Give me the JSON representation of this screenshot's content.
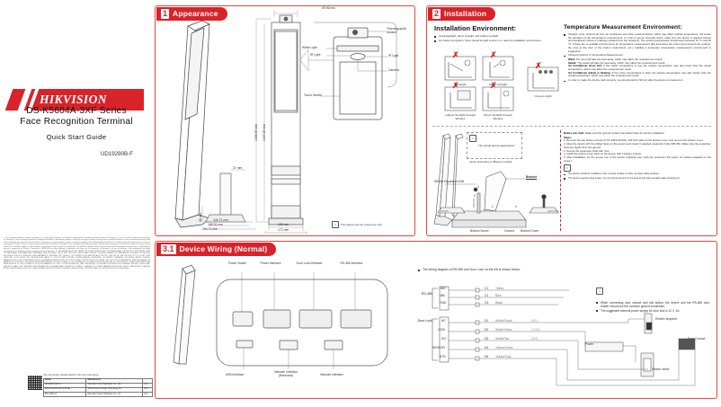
{
  "brand": {
    "wordmark": "HIKVISION",
    "product_line1": "DS-K5604A-3XF  Series",
    "product_line2": "Face Recognition Terminal",
    "guide_label": "Quick  Start  Guide",
    "doc_code": "UD19290B-F",
    "accent_red": "#d8232a",
    "frame_red": "#e8453c"
  },
  "legal": {
    "body": "© 2021 Hangzhou Hikvision Digital Technology Co., Ltd. All rights reserved. This Manual is the property of Hangzhou Hikvision Digital Technology Co., Ltd. or its affiliates (hereinafter referred to as \"Hikvision\"), and it cannot be reproduced, changed, translated, or distributed, partially or wholly, by any means, without the prior written consent of Hikvision. Unless otherwise expressly stated herein, Hikvision does not make any warranties, guarantees or representations, express or implied, regarding to the Manual. About this Manual: The Manual includes instructions for using and managing the Product. Pictures, charts, images and all other information hereinafter are for description and explanation only. The information contained in the Manual is subject to change, without notice, due to firmware updates or other reasons. Please find the latest version of this Manual at the Hikvision website. Please use this Manual with the guidance and assistance of professionals trained in supporting the Product. Trademarks: HIKVISION and other Hikvision's trademarks and logos are the properties of Hikvision in various jurisdictions. Other trademarks and logos mentioned are the properties of their respective owners. Disclaimer: TO THE MAXIMUM EXTENT PERMITTED BY APPLICABLE LAW, THIS MANUAL AND THE PRODUCT DESCRIBED, WITH ITS HARDWARE, SOFTWARE AND FIRMWARE, ARE PROVIDED \"AS IS\" AND \"WITH ALL FAULTS AND ERRORS\". HIKVISION MAKES NO WARRANTIES, EXPRESS OR IMPLIED, INCLUDING WITHOUT LIMITATION, MERCHANTABILITY, SATISFACTORY QUALITY, OR FITNESS FOR A PARTICULAR PURPOSE. THE USE OF THE PRODUCT BY YOU IS AT YOUR OWN RISK. IN NO EVENT WILL HIKVISION BE LIABLE TO YOU FOR ANY SPECIAL, CONSEQUENTIAL, INCIDENTAL, OR INDIRECT DAMAGES, INCLUDING, AMONG OTHERS, DAMAGES FOR LOSS OF BUSINESS PROFITS, BUSINESS INTERRUPTION, OR LOSS OF DATA, CORRUPTION OF SYSTEMS, OR LOSS OF DOCUMENTATION, WHETHER BASED ON BREACH OF CONTRACT, TORT (INCLUDING NEGLIGENCE), PRODUCT LIABILITY, OR OTHERWISE, IN CONNECTION WITH THE USE OF THE PRODUCT, EVEN IF HIKVISION HAS BEEN ADVISED OF THE POSSIBILITY OF SUCH DAMAGES OR LOSS. YOU ACKNOWLEDGE THAT THE NATURE OF INTERNET PROVIDES FOR INHERENT SECURITY RISKS, AND HIKVISION SHALL NOT TAKE ANY RESPONSIBILITIES FOR ABNORMAL OPERATION, PRIVACY LEAKAGE OR OTHER DAMAGES RESULTING FROM CYBER-ATTACK, HACKER ATTACK, VIRUS INSPECTION, OR OTHER INTERNET SECURITY RISKS; HOWEVER, HIKVISION WILL PROVIDE TIMELY TECHNICAL SUPPORT IF REQUIRED."
  },
  "supply": {
    "note": "Use only power supplies listed in the user instructions",
    "columns": [
      "Model",
      "Manufacturer",
      ""
    ],
    "rows": [
      [
        "ADS1236-1207-G",
        "Shenzhen Honor Electronic Co., Ltd.",
        "12V"
      ],
      [
        "MSA-C2000IC12.0-24P-DE",
        "MOSO Power Supply Technology Co.",
        "12V"
      ],
      [
        "KPL-040F-VI",
        "Shenzhen Kowin Hardware Co., Ltd.",
        "12V"
      ]
    ]
  },
  "section1": {
    "number": "1",
    "title": "Appearance",
    "dimensions": {
      "top_width": "69.96 mm",
      "height_outer": "1398.95 mm",
      "height_inner": "1347.28 mm",
      "depth_mid": "37 mm",
      "base_height": "46 mm",
      "base_d1": "144.71 mm",
      "base_d2": "165.91 mm",
      "base_d3": "250.71 mm",
      "base_w1": "165 mm",
      "base_w2": "172 mm"
    },
    "callouts": {
      "thermographic": "Thermographic Module",
      "white_light": "White  Light",
      "ir_light_left": "IR  Light",
      "ir_light_right": "IR  Light",
      "camera": "Camera",
      "touch_screen": "Touch Screen"
    },
    "footnote": "The figures are for reference only."
  },
  "section2": {
    "number": "2",
    "title": "Installation",
    "install_env": {
      "heading": "Installation  Environment:",
      "bullets": [
        "Avoid backlight, direct sunlight, and indirect sunlight.",
        "For better recognition, there should be light source in or near the installation environment."
      ],
      "diagram_captions": [
        "Backlight",
        "Direct  Sunlight",
        "Close to Light",
        "Indirect  Sunlight through  Window",
        "Direct  Sunlight through  Window"
      ]
    },
    "temp_env": {
      "heading": "Temperature Measurement Environment:",
      "bullets": [
        "Sunlight, wind, hot/cool air from air conditioner and other external factors, which may affect surface temperature, will create the deviation of the temperature measurement. In order to get an accurate result, make sure the device is applied indoors and windlessly (where is relatively isolated from the outdoors). The working temperature should keep between 10 °C and 35 °C. If there are no suitable environments for temperature measurement (the area faces the indoor and connects the outdoor, the area at the door of the indoor environment, etc.), building a temporary temperature measurement environment is suggested.",
        "In order to make the device work properly, you should wait for 90 min after the device is powered on."
      ],
      "factors_label": "Influence Factors  of  Temperature  Measurement:",
      "factors": [
        {
          "term": "Wind:",
          "desc": "The wind will take the heat away, which may affect the measurement result."
        },
        {
          "term": "Sweat:",
          "desc": "The sweat will take the heat away, which may affect the measurement result."
        },
        {
          "term": "Air Conditioner (Cool Air):",
          "desc": "If the indoor temperature is low, the surface temperature may also lower than the actual temperature, which may affect the measurement result."
        },
        {
          "term": "Air Conditioner (Heat) or Heating:",
          "desc": "If the indoor temperature is high, the surface temperature may also higher than the actual temperature, which may affect the measurement result."
        }
      ]
    },
    "note_appearance": "The actual device appearance varies according to different models.",
    "steps_intro_term": "Before you start:",
    "steps_intro": "Make sure the ground surface has drilled holes for device installation.",
    "steps_label": "Steps:",
    "steps": [
      "Remove the two bottom screws (2-SC-KM3×18-2W), drill both sides of the bottom cover. And remove the bottom cover.",
      "Align the device with the drilled holes on the ground and insert 3 supplied expansion bolts (M6×65). Make sure the expansion bolts are higher than the ground.",
      "Secure the expansion bolts with nuts.",
      "Install the bottom cover back on the device with 2 bottom screws.",
      "After installation, for the proper use of the device (optional use), stick the protection film (parts of models supplied) on the screen."
    ],
    "step_notes": [
      "The device should be installed on the concrete surface or other non-flammable surfaces.",
      "The device supports plug & play. You can put the device on the ground and start operation after powering on."
    ],
    "diagram_labels": {
      "expansion_bolt": "M6×65 Expansion Bolt",
      "bracket": "Bracket",
      "bottom_screw": "Bottom Screw",
      "ground": "Ground",
      "bottom_cover": "Bottom Cover"
    }
  },
  "section3": {
    "number": "3.1",
    "title": "Device Wiring (Normal)",
    "top_labels": [
      "Power Switch",
      "Power Interface",
      "Door Lock Interface",
      "RS-485 Interface"
    ],
    "bottom_labels": [
      "USB Interface",
      "Network Interface (Reserved)",
      "Network Interface"
    ],
    "wiring_intro": "The wiring diagram of RS-485 and Door Lock on the left is shown below:",
    "rs485": {
      "group_label": "RS-485",
      "terminals": [
        {
          "pin": "485+",
          "no": "C1",
          "wire": "Yellow"
        },
        {
          "pin": "485-",
          "no": "C2",
          "wire": "Blue"
        },
        {
          "pin": "GND",
          "no": "C3",
          "wire": "Black"
        }
      ]
    },
    "doorlock": {
      "group_label": "Door Lock",
      "terminals": [
        {
          "pin": "NC",
          "no": "D1",
          "wire": "White/Purple",
          "tag": "(NC)"
        },
        {
          "pin": "COM",
          "no": "D2",
          "wire": "White/Yellow",
          "tag": "(COM)"
        },
        {
          "pin": "NO",
          "no": "D3",
          "wire": "White/Red",
          "tag": "(NO)"
        },
        {
          "pin": "SENSOR",
          "no": "D4",
          "wire": "Yellow/Green",
          "tag": ""
        },
        {
          "pin": "BTN",
          "no": "D5",
          "wire": "Yellow/Gray",
          "tag": ""
        }
      ]
    },
    "wiring_callouts": {
      "power": "Power",
      "electric_dropbolt": "Electric dropbolt",
      "electric_strike": "Electric strike",
      "door_contact": "Door Contact"
    },
    "notes": [
      "When connecting door contact and exit button, the device and the RS-485 card reader should use the common ground connection.",
      "The suggested external power supply for door lock is 12 V, 1A."
    ]
  }
}
